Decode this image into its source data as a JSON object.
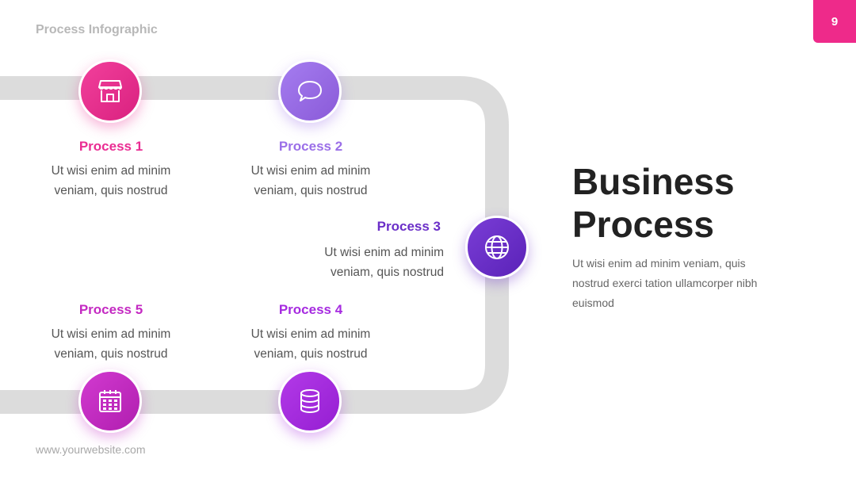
{
  "header": {
    "title": "Process Infographic",
    "page_number": "9"
  },
  "footer": {
    "url": "www.yourwebsite.com"
  },
  "main": {
    "title": "Business Process",
    "description": "Ut wisi enim ad minim veniam, quis nostrud exerci tation ullamcorper nibh euismod"
  },
  "colors": {
    "track": "#dcdcdc",
    "accent": "#ee2a8a",
    "p1": "#ea2d93",
    "p2": "#9b6fe8",
    "p3": "#6b2fc8",
    "p4": "#a62be0",
    "p5": "#c42ac2"
  },
  "processes": [
    {
      "title": "Process 1",
      "desc_line1": "Ut wisi enim ad minim",
      "desc_line2": "veniam, quis nostrud",
      "icon": "store-icon"
    },
    {
      "title": "Process 2",
      "desc_line1": "Ut wisi enim ad minim",
      "desc_line2": "veniam, quis nostrud",
      "icon": "chat-bubble-icon"
    },
    {
      "title": "Process 3",
      "desc_line1": "Ut wisi enim ad minim",
      "desc_line2": "veniam, quis nostrud",
      "icon": "globe-icon"
    },
    {
      "title": "Process 4",
      "desc_line1": "Ut wisi enim ad minim",
      "desc_line2": "veniam, quis nostrud",
      "icon": "database-icon"
    },
    {
      "title": "Process 5",
      "desc_line1": "Ut wisi enim ad minim",
      "desc_line2": "veniam, quis nostrud",
      "icon": "calendar-icon"
    }
  ]
}
